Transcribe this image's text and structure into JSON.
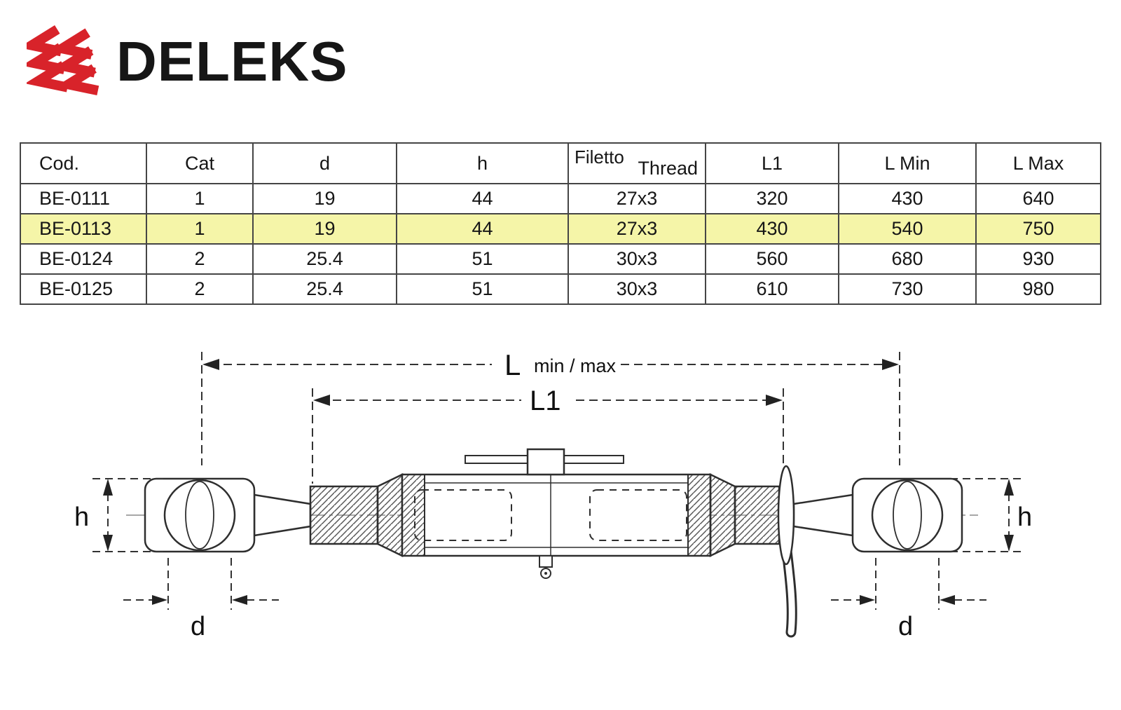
{
  "brand": {
    "name": "DELEKS",
    "logo_color": "#d8232a"
  },
  "table": {
    "headers": {
      "cod": "Cod.",
      "cat": "Cat",
      "d": "d",
      "h": "h",
      "filetto": "Filetto",
      "thread": "Thread",
      "l1": "L1",
      "l_min": "L Min",
      "l_max": "L Max"
    },
    "rows": [
      [
        "BE-0111",
        "1",
        "19",
        "44",
        "27x3",
        "320",
        "430",
        "640"
      ],
      [
        "BE-0113",
        "1",
        "19",
        "44",
        "27x3",
        "430",
        "540",
        "750"
      ],
      [
        "BE-0124",
        "2",
        "25.4",
        "51",
        "30x3",
        "560",
        "680",
        "930"
      ],
      [
        "BE-0125",
        "2",
        "25.4",
        "51",
        "30x3",
        "610",
        "730",
        "980"
      ]
    ],
    "highlighted_row": "BE-0113",
    "highlight_color": "#f5f5a8"
  },
  "diagram": {
    "labels": {
      "l_main": "L",
      "l_sub": "min / max",
      "l1": "L1",
      "h_left": "h",
      "h_right": "h",
      "d_left": "d",
      "d_right": "d"
    }
  }
}
